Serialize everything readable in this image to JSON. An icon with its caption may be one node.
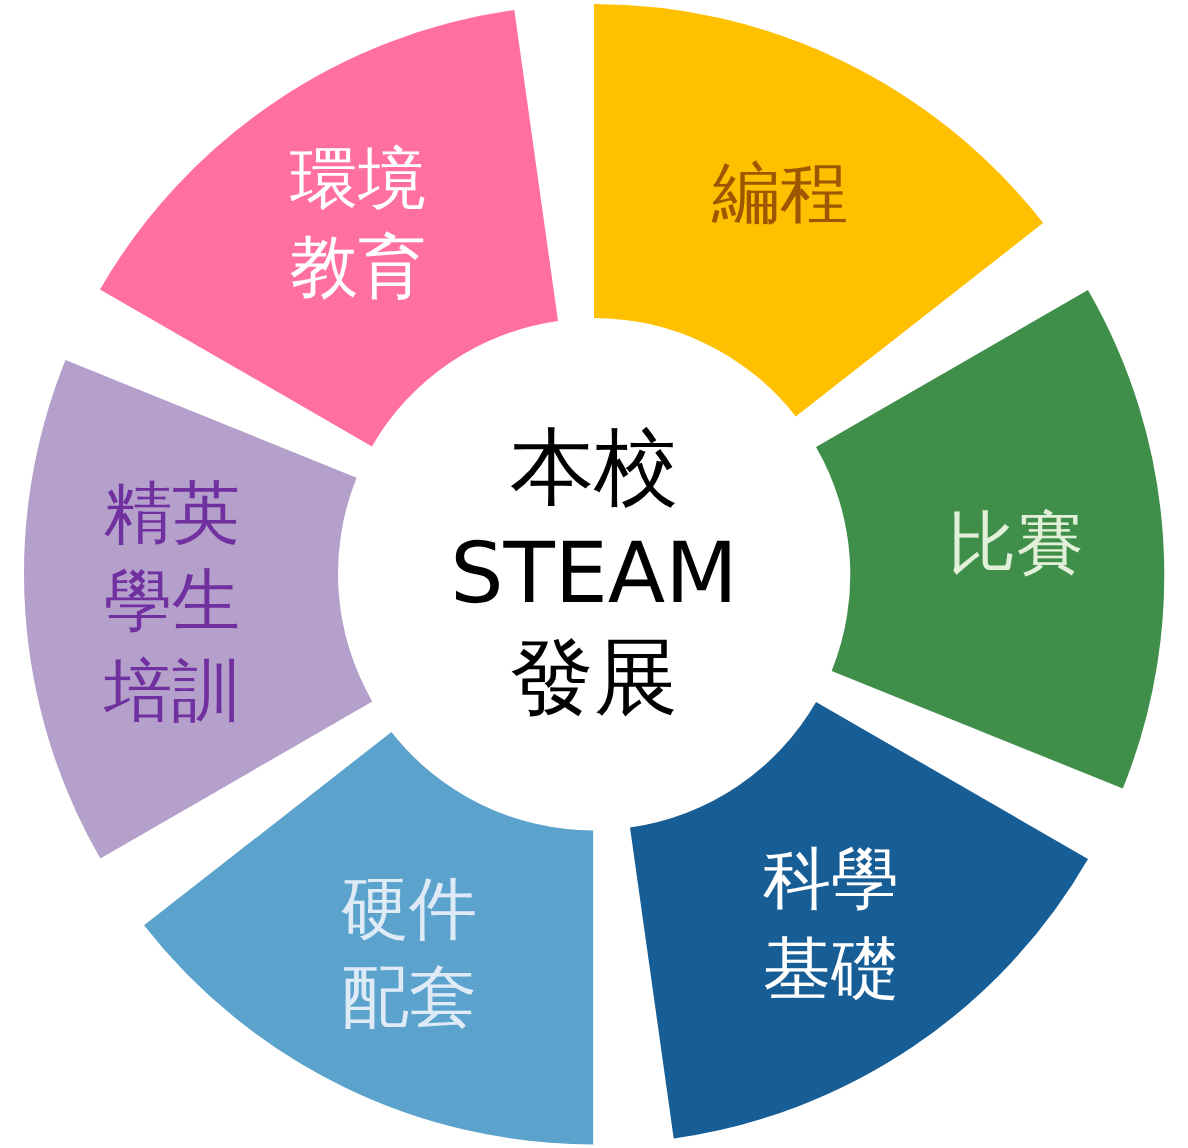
{
  "diagram": {
    "nodes": [
      {
        "text": [
          "本校STEAM發展"
        ]
      },
      {
        "text": [
          "編程"
        ]
      },
      {
        "text": [
          "比賽"
        ]
      },
      {
        "text": [
          "科學基礎"
        ]
      },
      {
        "text": [
          "硬件配套"
        ]
      },
      {
        "text": [
          "精英學生培訓"
        ]
      },
      {
        "text": [
          "環境教育"
        ]
      }
    ],
    "edges": []
  }
}
